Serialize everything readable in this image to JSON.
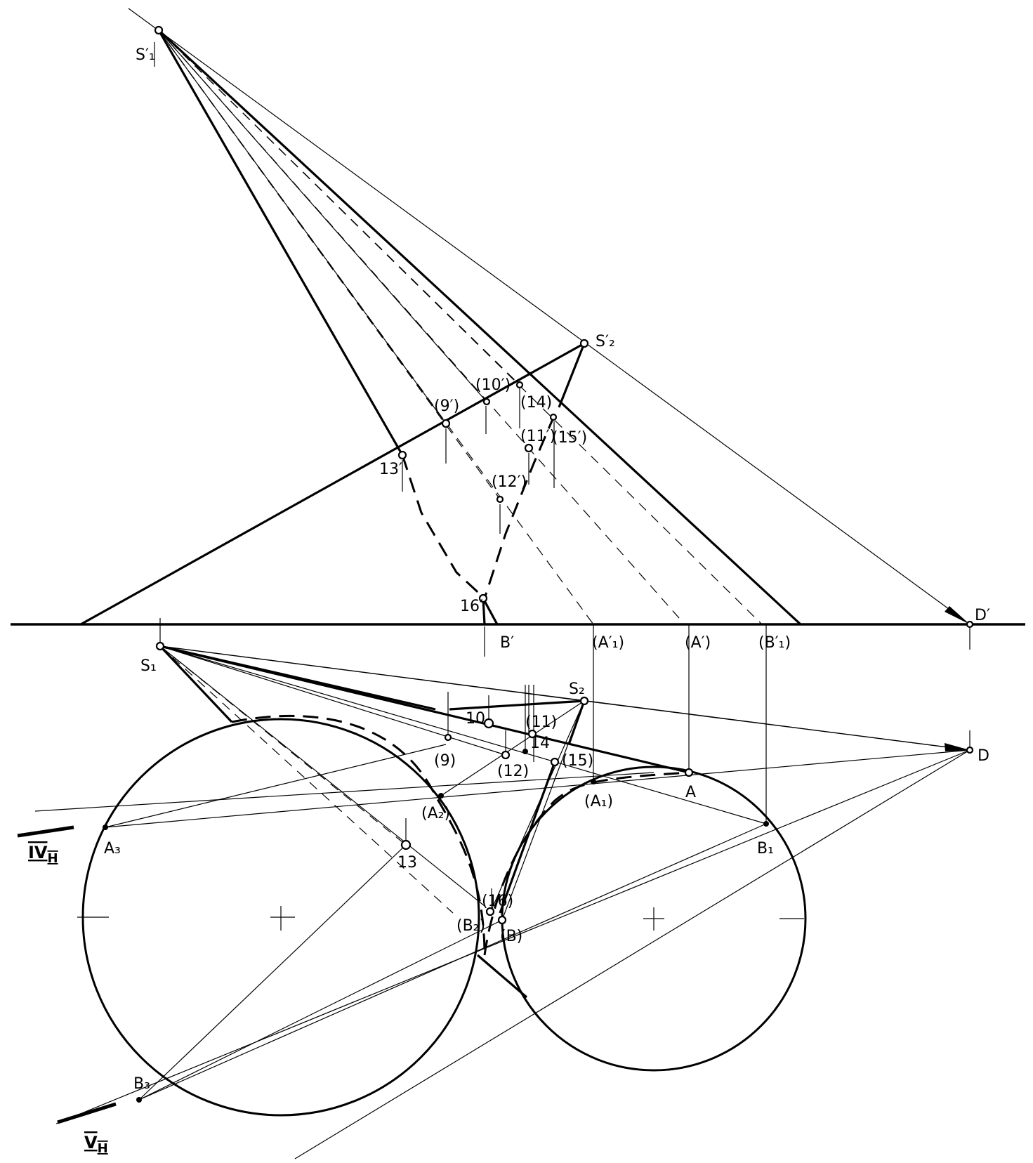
{
  "labels": {
    "s1_front": "S′₁",
    "s2_front": "S′₂",
    "p9_front": "(9′)",
    "p10_front": "(10′)",
    "p14_front": "(14)",
    "p11_front": "(11′)",
    "p15_front": "(15′)",
    "p13_front": "13′",
    "p12_front": "(12′)",
    "p16_front": "16′",
    "b_front": "B′",
    "a1_front": "(A′₁)",
    "a_front": "(A′)",
    "b1_front": "(B′₁)",
    "d_front": "D′",
    "s1_top": "S₁",
    "s2_top": "S₂",
    "p10_top": "10",
    "p11_top": "(11)",
    "p14_top": "14",
    "p9_top": "(9)",
    "p12_top": "(12)",
    "p15_top": "(15)",
    "a2_top": "(A₂)",
    "a1_top": "(A₁)",
    "a_top": "A",
    "d_top": "D",
    "a3_top": "A₃",
    "b1_top": "B₁",
    "p13_top": "13",
    "p16_top": "(16)",
    "b2_top": "(B₂)",
    "b_top": "(B)",
    "b3_top": "B₃",
    "trace4": "IV",
    "trace4_sub": "H",
    "trace5": "V",
    "trace5_sub": "H"
  }
}
